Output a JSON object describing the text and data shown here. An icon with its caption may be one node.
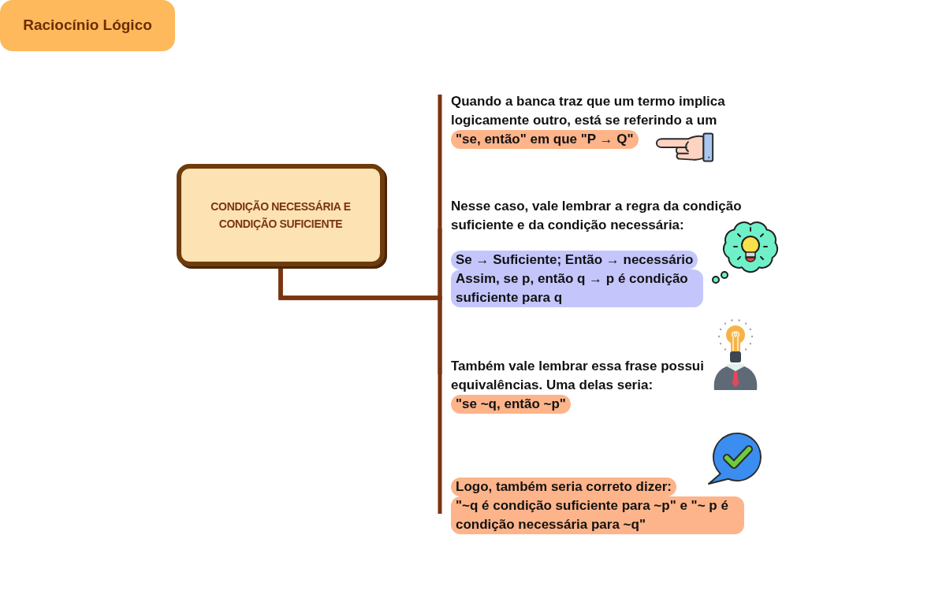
{
  "diagram": {
    "title": "Raciocínio Lógico",
    "nodes": [
      {
        "text": [
          "CONDIÇÃO NECESSÁRIA E CONDIÇÃO SUFICIENTE"
        ]
      },
      {
        "text": [
          "Quando a banca traz que um termo implica logicamente outro, está se referindo a um",
          "\"se, então\" em que \"P → Q\""
        ]
      },
      {
        "text": [
          "Nesse caso, vale lembrar a regra da condição suficiente e da condição necessária:",
          "Se → Suficiente; Então → necessário",
          "Assim, se p, então q → p é condição suficiente para q"
        ]
      },
      {
        "text": [
          "Também vale lembrar essa frase possui equivalências. Uma delas seria:",
          "\"se ~q, então ~p\""
        ]
      },
      {
        "text": [
          "Logo, também seria correto dizer:",
          "\"~q é condição suficiente para ~p\" e \"~ p é condição necessária para ~q\""
        ]
      }
    ],
    "edges": [
      {
        "from": 0,
        "to": 1,
        "arrow": "none"
      },
      {
        "from": 0,
        "to": 2,
        "arrow": "none"
      },
      {
        "from": 0,
        "to": 3,
        "arrow": "none"
      },
      {
        "from": 0,
        "to": 4,
        "arrow": "none"
      }
    ]
  }
}
